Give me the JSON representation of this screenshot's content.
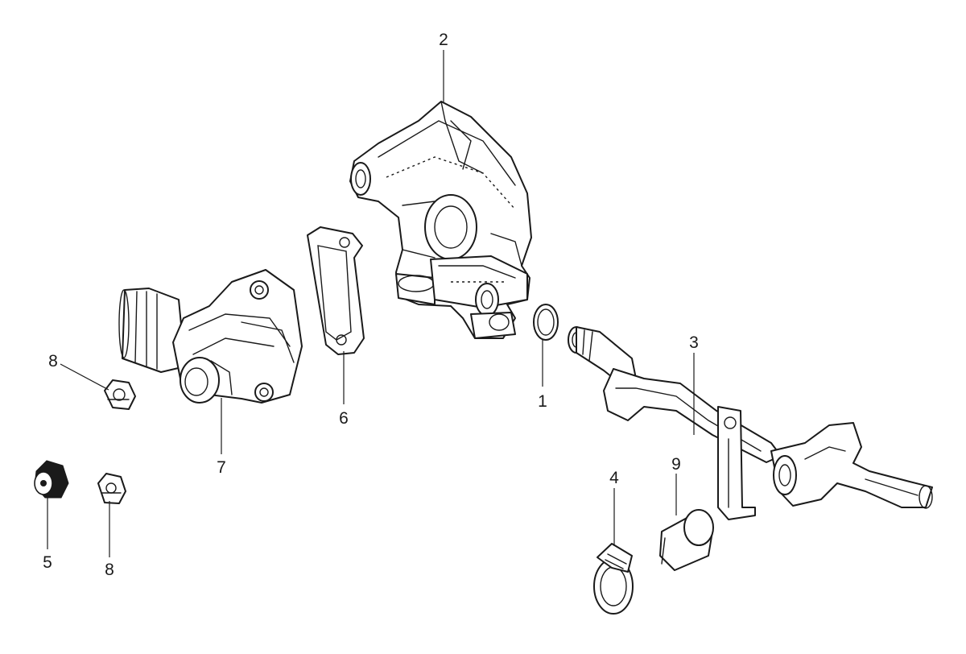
{
  "callouts": {
    "c1": "1",
    "c2": "2",
    "c3": "3",
    "c4": "4",
    "c5": "5",
    "c6": "6",
    "c7": "7",
    "c8a": "8",
    "c8b": "8",
    "c9": "9"
  },
  "colors": {
    "line": "#1a1a1a",
    "background": "#ffffff"
  }
}
